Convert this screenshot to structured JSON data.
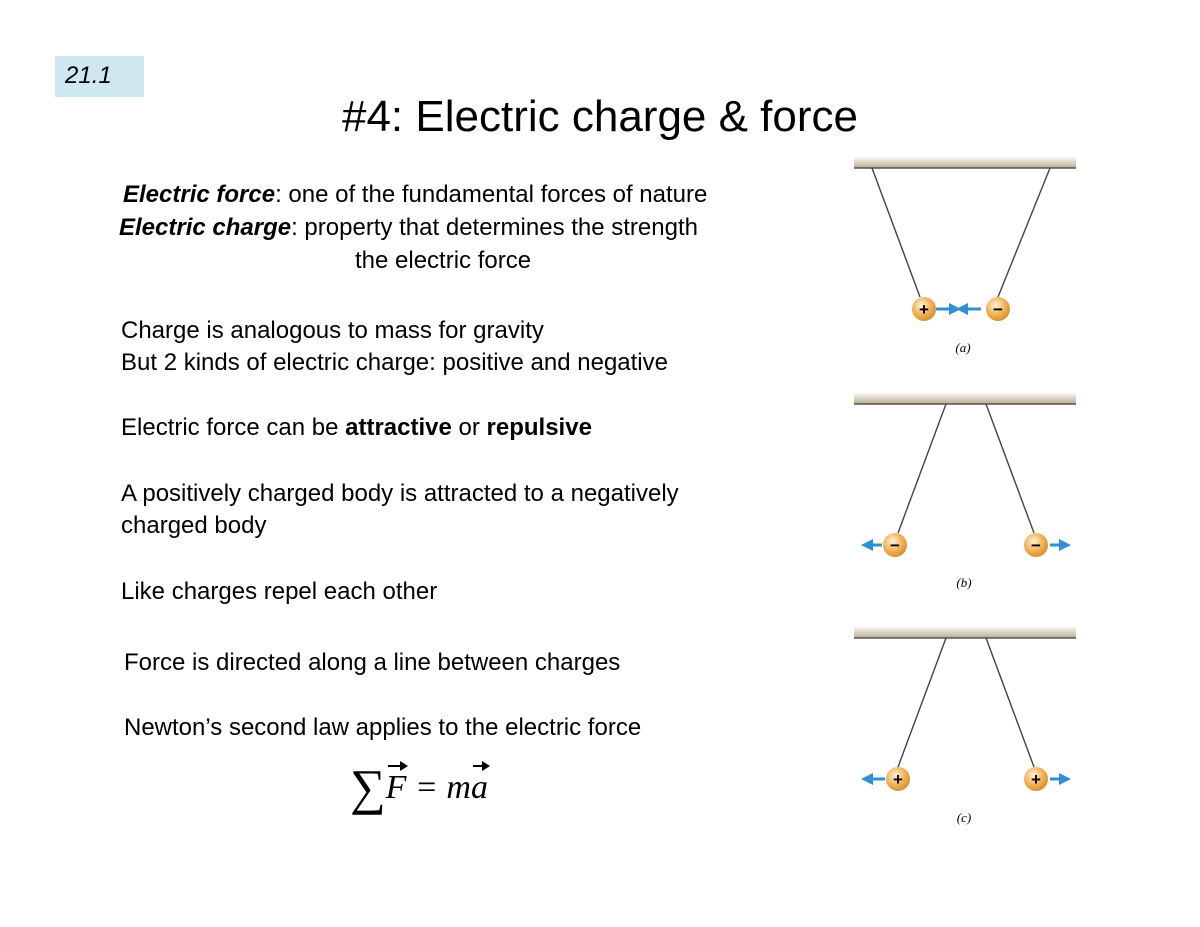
{
  "badge": "21.1",
  "title": "#4: Electric charge & force",
  "def1": {
    "term": "Electric force",
    "rest": ": one of the fundamental forces of nature"
  },
  "def2": {
    "term": "Electric charge",
    "rest": ":  property that determines the strength",
    "cont": "the electric force"
  },
  "p1": [
    "Charge is analogous to mass for gravity",
    "But 2 kinds of electric charge: positive and negative"
  ],
  "p2": {
    "pre": "Electric force can be ",
    "attractive": "attractive",
    "mid": " or ",
    "repulsive": "repulsive"
  },
  "p3": [
    "A positively charged body is attracted to a negatively",
    "charged body"
  ],
  "p4": "Like charges repel each other",
  "p5": "Force is directed along a line between charges",
  "p6": "Newton’s second law applies to the electric force",
  "equation": {
    "sigma": "∑",
    "lhs": "F",
    "eq": " = ",
    "m": "m",
    "a": "a"
  },
  "figure": {
    "a": {
      "label": "(a)",
      "left_sign": "+",
      "right_sign": "−"
    },
    "b": {
      "label": "(b)",
      "left_sign": "−",
      "right_sign": "−"
    },
    "c": {
      "label": "(c)",
      "left_sign": "+",
      "right_sign": "+"
    },
    "colors": {
      "ball": "#f2b255",
      "arrow": "#2f8fd0",
      "ceiling": "#b9ab8f"
    }
  }
}
